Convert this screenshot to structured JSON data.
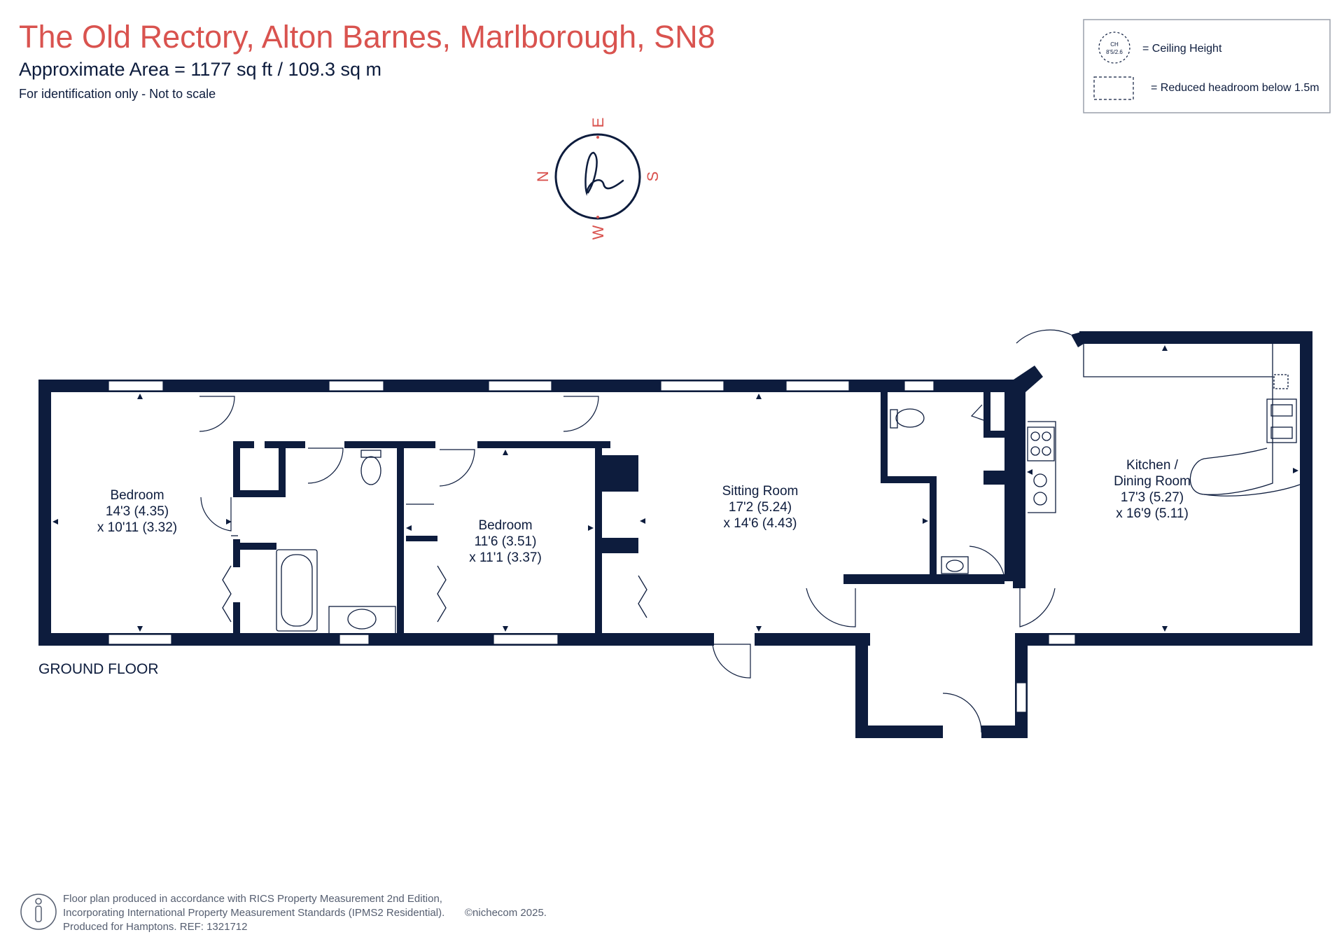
{
  "header": {
    "title": "The Old Rectory, Alton Barnes, Marlborough, SN8",
    "area": "Approximate Area = 1177 sq ft / 109.3 sq m",
    "note": "For identification only - Not to scale"
  },
  "legend": {
    "ch_symbol_top": "CH",
    "ch_symbol_bottom": "8'5/2.6",
    "ceiling_height": "= Ceiling Height",
    "reduced_headroom": "= Reduced headroom below 1.5m"
  },
  "compass": {
    "n": "N",
    "e": "E",
    "s": "S",
    "w": "W"
  },
  "floor_label": "GROUND FLOOR",
  "rooms": [
    {
      "name": "Bedroom",
      "dim1": "14'3 (4.35)",
      "dim2": "x 10'11 (3.32)"
    },
    {
      "name": "Bedroom",
      "dim1": "11'6 (3.51)",
      "dim2": "x 11'1 (3.37)"
    },
    {
      "name": "Sitting Room",
      "dim1": "17'2 (5.24)",
      "dim2": "x 14'6 (4.43)"
    },
    {
      "name1": "Kitchen /",
      "name2": "Dining Room",
      "dim1": "17'3 (5.27)",
      "dim2": "x 16'9 (5.11)"
    }
  ],
  "footer": {
    "line1": "Floor plan produced in accordance with RICS Property Measurement 2nd Edition,",
    "line2": "Incorporating International Property Measurement Standards (IPMS2 Residential).",
    "line3": "Produced for Hamptons.   REF:  1321712",
    "copyright": "©nichecom 2025."
  },
  "colors": {
    "wall": "#0d1c3d",
    "accent": "#d9534f"
  }
}
